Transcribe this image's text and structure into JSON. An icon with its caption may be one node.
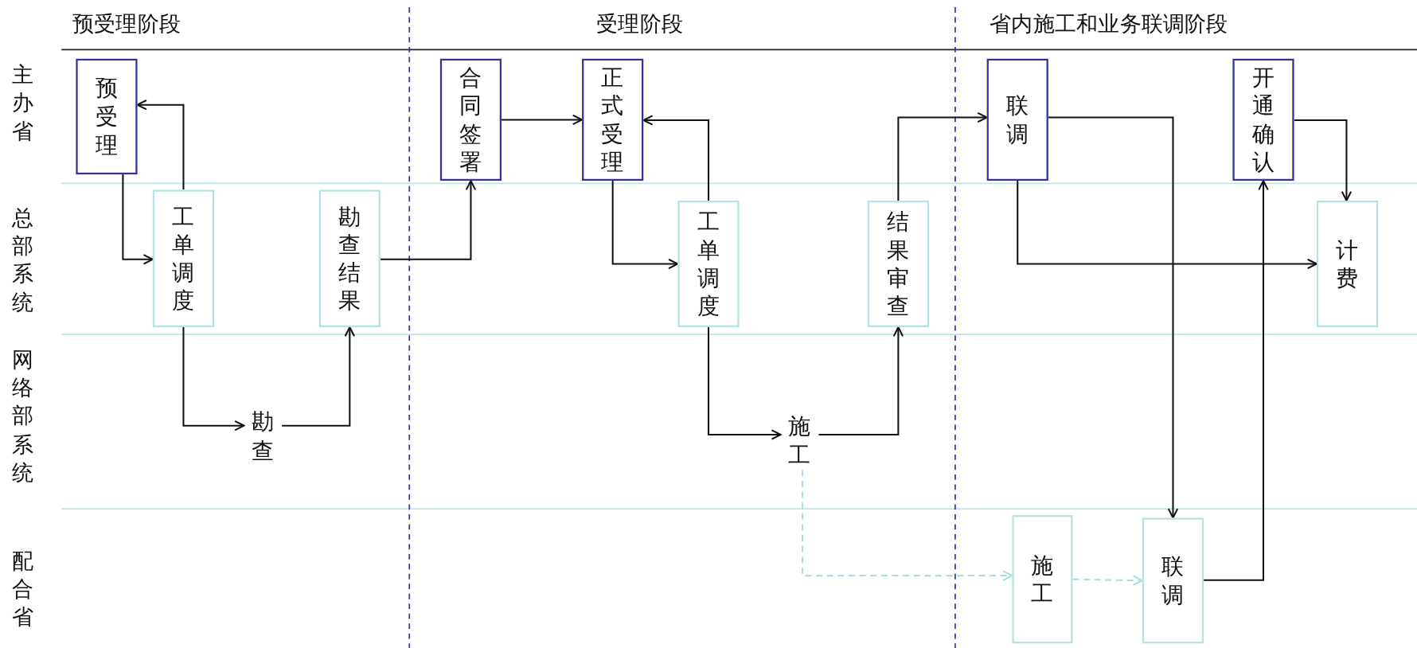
{
  "diagram": {
    "nodes": [
      {
        "text": [
          "预受理"
        ]
      },
      {
        "text": [
          "工单调度"
        ]
      },
      {
        "text": [
          "勘查结果"
        ]
      },
      {
        "text": [
          "勘查"
        ]
      },
      {
        "text": [
          "合同签署"
        ]
      },
      {
        "text": [
          "正式受理"
        ]
      },
      {
        "text": [
          "工单调度"
        ]
      },
      {
        "text": [
          "施工"
        ]
      },
      {
        "text": [
          "结果审查"
        ]
      },
      {
        "text": [
          "联调"
        ]
      },
      {
        "text": [
          "开通确认"
        ]
      },
      {
        "text": [
          "计费"
        ]
      },
      {
        "text": [
          "施工"
        ]
      },
      {
        "text": [
          "联调"
        ]
      }
    ],
    "edges": [
      {
        "from": 0,
        "to": 1,
        "arrow": "to"
      },
      {
        "from": 1,
        "to": 0,
        "arrow": "to"
      },
      {
        "from": 1,
        "to": 3,
        "arrow": "to"
      },
      {
        "from": 3,
        "to": 2,
        "arrow": "to"
      },
      {
        "from": 2,
        "to": 4,
        "arrow": "to"
      },
      {
        "from": 4,
        "to": 5,
        "arrow": "to"
      },
      {
        "from": 5,
        "to": 6,
        "arrow": "to"
      },
      {
        "from": 6,
        "to": 5,
        "arrow": "to"
      },
      {
        "from": 6,
        "to": 7,
        "arrow": "to"
      },
      {
        "from": 7,
        "to": 8,
        "arrow": "to"
      },
      {
        "from": 8,
        "to": 9,
        "arrow": "to"
      },
      {
        "from": 9,
        "to": 13,
        "arrow": "to"
      },
      {
        "from": 9,
        "to": 11,
        "arrow": "to"
      },
      {
        "from": 10,
        "to": 11,
        "arrow": "to"
      },
      {
        "from": 13,
        "to": 10,
        "arrow": "to"
      },
      {
        "from": 7,
        "to": 12,
        "arrow": "to",
        "style": "dashed",
        "color": "#a9dde2"
      },
      {
        "from": 12,
        "to": 13,
        "arrow": "to",
        "style": "dashed",
        "color": "#a9dde2"
      }
    ],
    "labels": [
      "预受理阶段",
      "受理阶段",
      "省内施工和业务联调阶段",
      "主办省",
      "总部系统",
      "网络部系统",
      "配合省"
    ]
  }
}
